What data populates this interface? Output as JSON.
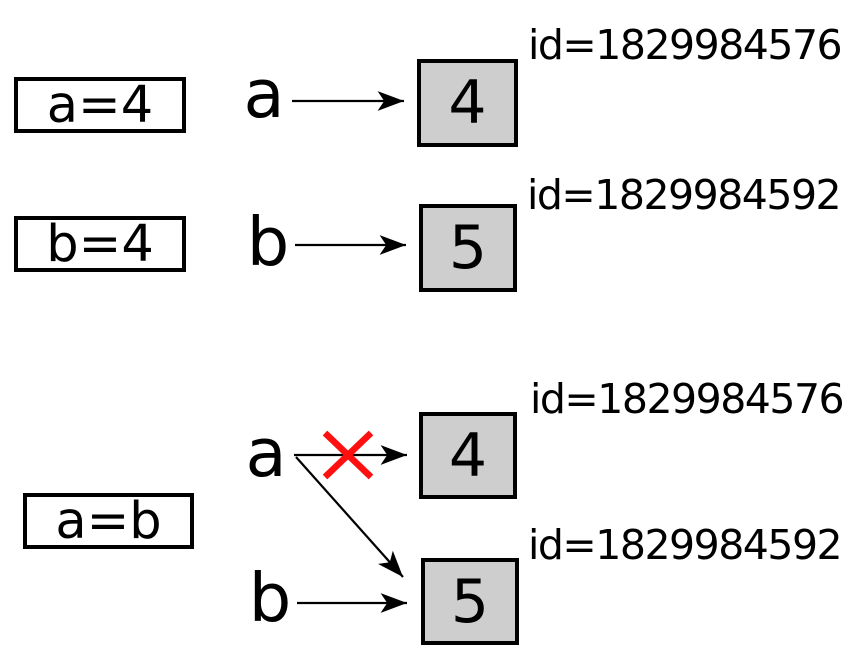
{
  "canvas": {
    "background": "#ffffff",
    "object_fill": "#cecece",
    "line_color": "#000000",
    "cross_color": "#ff0f0f"
  },
  "steps": [
    {
      "code": "a=4",
      "variable": "a",
      "object": {
        "value": "4",
        "id": "id=1829984576"
      }
    },
    {
      "code": "b=4",
      "variable": "b",
      "object": {
        "value": "5",
        "id": "id=1829984592"
      }
    },
    {
      "code": "a=b",
      "variable_a": "a",
      "variable_b": "b",
      "old_object": {
        "value": "4",
        "id": "id=1829984576"
      },
      "new_object": {
        "value": "5",
        "id": "id=1829984592"
      }
    }
  ]
}
